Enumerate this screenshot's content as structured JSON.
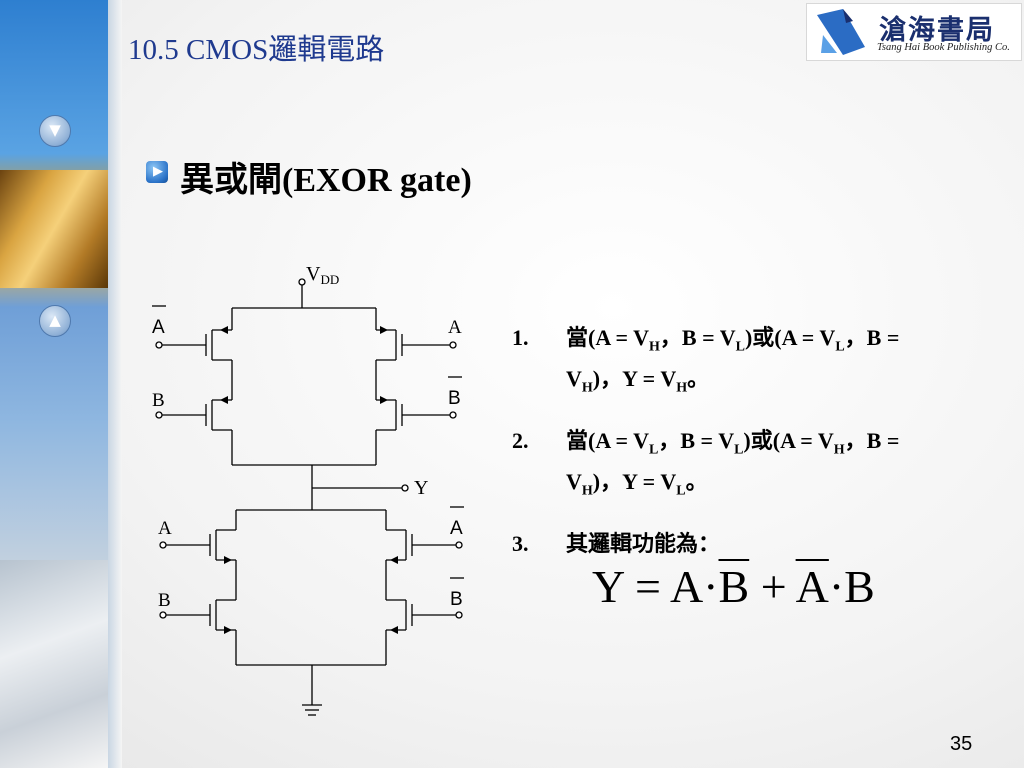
{
  "slide": {
    "title": "10.5 CMOS邏輯電路",
    "heading": "異或閘(EXOR gate)",
    "page_number": "35"
  },
  "logo": {
    "chinese": "滄海書局",
    "english": "Tsang Hai Book Publishing Co.",
    "colors": {
      "blue": "#2b6cc4",
      "navy": "#1a2f6e"
    }
  },
  "nav": {
    "up_icon": "triangle-up-icon",
    "down_icon": "triangle-down-icon"
  },
  "circuit": {
    "vdd": "V",
    "vdd_sub": "DD",
    "output": "Y",
    "pmos_left_top": "A",
    "pmos_left_bottom": "B",
    "pmos_right_top": "A",
    "pmos_right_bottom": "B",
    "nmos_left_top": "A",
    "nmos_left_bottom": "B",
    "nmos_right_top": "A",
    "nmos_right_bottom": "B"
  },
  "notes": [
    {
      "num": "1.",
      "p1": "當(A = V",
      "s1": "H",
      "p2": "，B = V",
      "s2": "L",
      "p3": ")或(A = V",
      "s3": "L",
      "p4": "，B = V",
      "s4": "H",
      "p5": ")，Y = V",
      "s5": "H",
      "p6": "。"
    },
    {
      "num": "2.",
      "p1": "當(A = V",
      "s1": "L",
      "p2": "，B = V",
      "s2": "L",
      "p3": ")或(A = V",
      "s3": "H",
      "p4": "，B = V",
      "s4": "H",
      "p5": ")，Y = V",
      "s5": "L",
      "p6": "。"
    },
    {
      "num": "3.",
      "text": "其邏輯功能為："
    }
  ],
  "formula": {
    "lhs": "Y",
    "eq": "=",
    "a1": "A",
    "dot1": "·",
    "b1": "B",
    "plus": "+",
    "a2": "A",
    "dot2": "·",
    "b2": "B"
  }
}
